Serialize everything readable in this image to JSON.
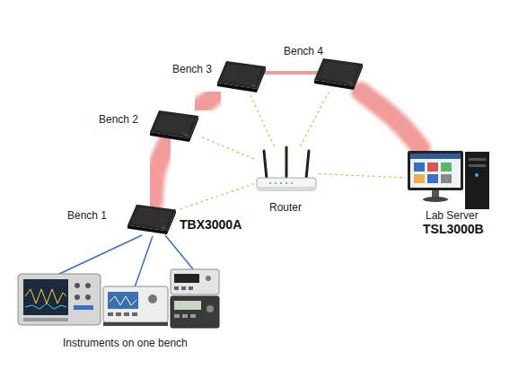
{
  "diagram": {
    "nodes": [
      {
        "text": [
          "Bench 1",
          "TBX3000A"
        ]
      },
      {
        "text": [
          "Bench 2"
        ]
      },
      {
        "text": [
          "Bench 3"
        ]
      },
      {
        "text": [
          "Bench 4"
        ]
      },
      {
        "text": [
          "Router"
        ]
      },
      {
        "text": [
          "Lab Server",
          "TSL3000B"
        ]
      }
    ],
    "edges": [
      {
        "from": 0,
        "to": 1,
        "arrow": "none"
      },
      {
        "from": 1,
        "to": 2,
        "arrow": "none"
      },
      {
        "from": 2,
        "to": 3,
        "arrow": "none"
      },
      {
        "from": 3,
        "to": 5,
        "arrow": "none"
      },
      {
        "from": 4,
        "to": 0,
        "arrow": "none"
      },
      {
        "from": 4,
        "to": 1,
        "arrow": "none"
      },
      {
        "from": 4,
        "to": 2,
        "arrow": "none"
      },
      {
        "from": 4,
        "to": 3,
        "arrow": "none"
      },
      {
        "from": 4,
        "to": 5,
        "arrow": "none"
      }
    ],
    "labels": [
      "Instruments on one bench"
    ]
  }
}
